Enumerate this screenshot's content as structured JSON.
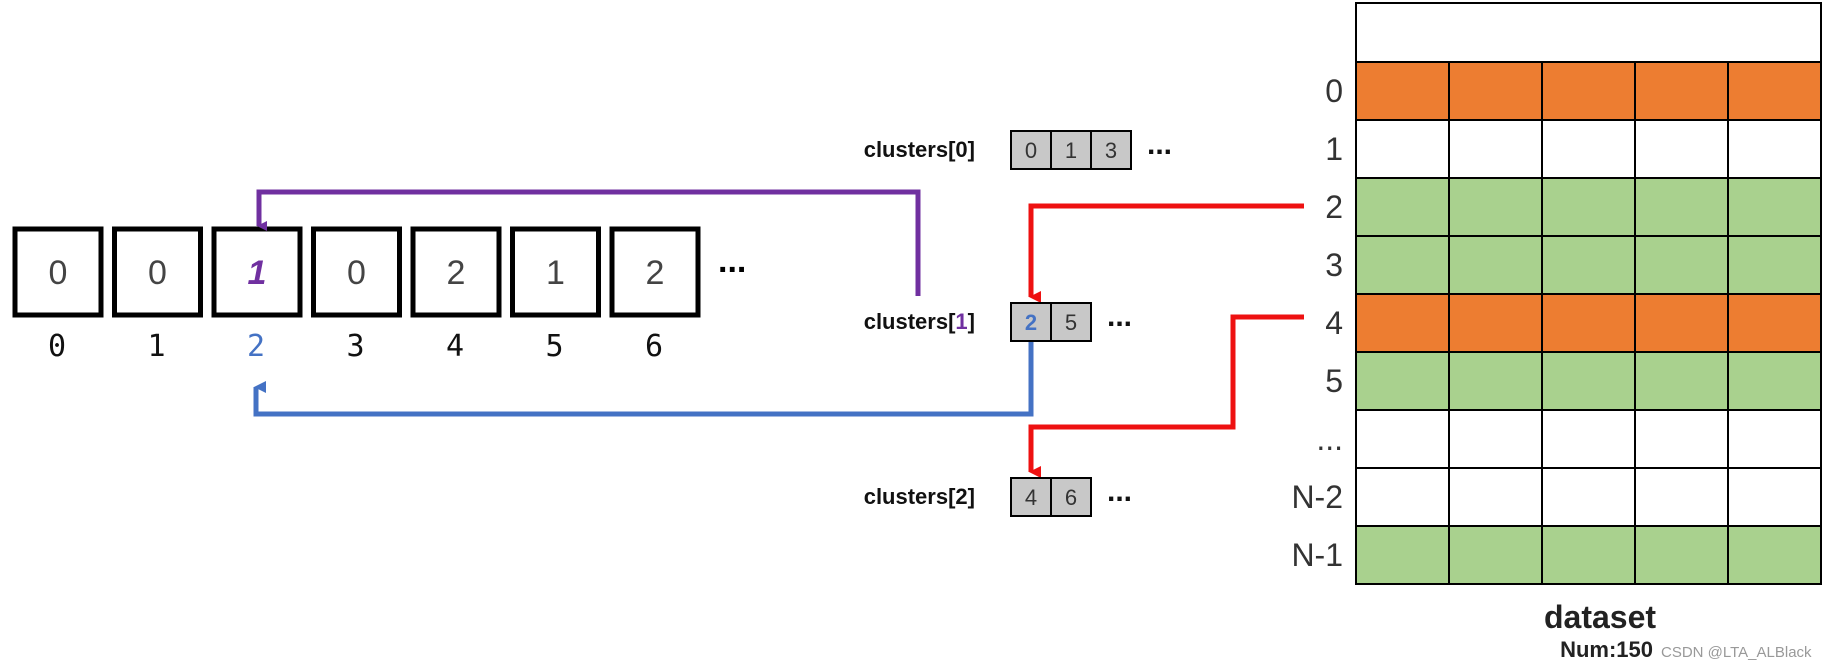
{
  "labels_array": {
    "values": [
      "0",
      "0",
      "1",
      "0",
      "2",
      "1",
      "2"
    ],
    "indices": [
      "0",
      "1",
      "2",
      "3",
      "4",
      "5",
      "6"
    ],
    "ellipsis": "..."
  },
  "clusters": [
    {
      "label_prefix": "clusters[",
      "label_index": "0",
      "label_suffix": "]",
      "members": [
        "0",
        "1",
        "3"
      ],
      "ellipsis": "..."
    },
    {
      "label_prefix": "clusters[",
      "label_index": "1",
      "label_suffix": "]",
      "members": [
        "2",
        "5"
      ],
      "ellipsis": "..."
    },
    {
      "label_prefix": "clusters[",
      "label_index": "2",
      "label_suffix": "]",
      "members": [
        "4",
        "6"
      ],
      "ellipsis": "..."
    }
  ],
  "dataset": {
    "row_labels": [
      "0",
      "1",
      "2",
      "3",
      "4",
      "5",
      "...",
      "N-2",
      "N-1"
    ],
    "row_fills": [
      "orange",
      "white",
      "green",
      "green",
      "orange",
      "green",
      "white",
      "white",
      "green"
    ],
    "title": "dataset",
    "count": "Num:150"
  },
  "colors": {
    "orange": "#ED7D31",
    "green": "#A9D18E",
    "white": "#FFFFFF",
    "purple": "#7030A0",
    "blue": "#4472C4",
    "red": "#EE1111",
    "gray": "#C8C8C8"
  },
  "watermark": "CSDN @LTA_ALBlack"
}
